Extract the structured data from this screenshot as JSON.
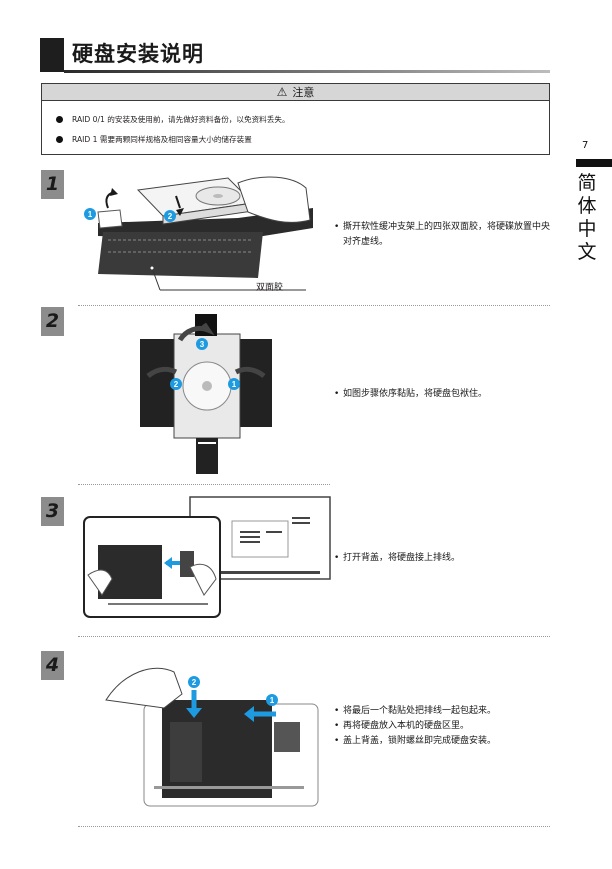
{
  "header": {
    "title": "硬盘安装说明"
  },
  "notice": {
    "title": "注意",
    "items": [
      "RAID 0/1 的安装及使用前，请先做好资料备份，以免资料丢失。",
      "RAID 1 需要两颗同样规格及相同容量大小的储存装置"
    ]
  },
  "side": {
    "page_number": "7",
    "language": "简体中文"
  },
  "steps": [
    {
      "number": "1",
      "bullets": [
        "撕开软性缓冲支架上的四张双面胶，将硬碟放置中央对齐虚线。"
      ],
      "callout": "双面胶"
    },
    {
      "number": "2",
      "bullets": [
        "如图步骤依序黏贴，将硬盘包袱住。"
      ]
    },
    {
      "number": "3",
      "bullets": [
        "打开背盖，将硬盘接上排线。"
      ]
    },
    {
      "number": "4",
      "bullets": [
        "将最后一个黏贴处把排线一起包起来。",
        "再将硬盘放入本机的硬盘区里。",
        "盖上背盖，锁附螺丝即完成硬盘安装。"
      ]
    }
  ],
  "figure_labels": {
    "one": "1",
    "two": "2",
    "three": "3"
  },
  "colors": {
    "accent_blue": "#1e9be0",
    "dark": "#1e1e1e",
    "step_badge": "#8c8c8c"
  }
}
